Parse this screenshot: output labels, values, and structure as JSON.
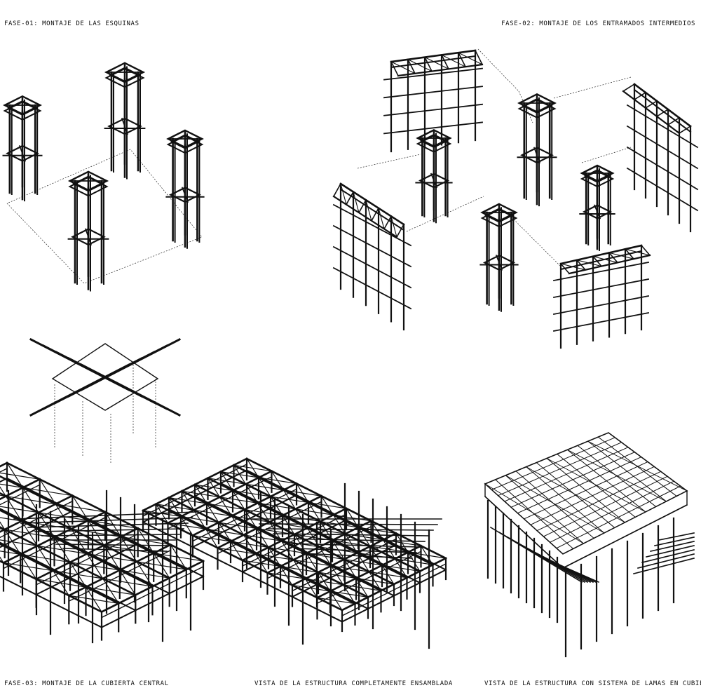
{
  "captions": {
    "phase1": "FASE-01: MONTAJE DE LAS ESQUINAS",
    "phase2": "FASE-02: MONTAJE DE LOS ENTRAMADOS INTERMEDIOS",
    "phase3": "FASE-03: MONTAJE DE LA CUBIERTA CENTRAL",
    "assembled": "VISTA DE LA ESTRUCTURA COMPLETAMENTE ENSAMBLADA",
    "louvers": "VISTA DE LA ESTRUCTURA CON SISTEMA DE LAMAS EN CUBIERTA"
  }
}
